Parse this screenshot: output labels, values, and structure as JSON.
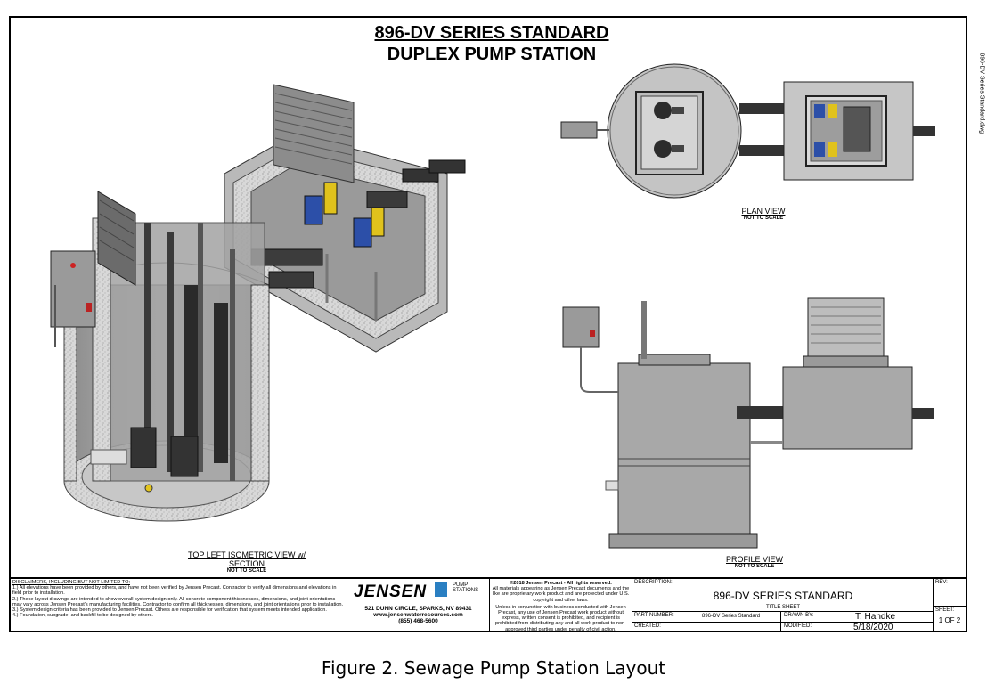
{
  "title": {
    "line1": "896-DV SERIES STANDARD",
    "line2": "DUPLEX PUMP STATION"
  },
  "side_text": "896-DV Series Standard.dwg",
  "views": {
    "isometric": {
      "label": "TOP LEFT ISOMETRIC VIEW w/ SECTION",
      "scale": "NOT TO SCALE"
    },
    "plan": {
      "label": "PLAN VIEW",
      "scale": "NOT TO SCALE"
    },
    "profile": {
      "label": "PROFILE VIEW",
      "scale": "NOT TO SCALE"
    }
  },
  "title_block": {
    "disclaimer_heading": "DISCLAIMERS, INCLUDING BUT NOT LIMITED TO:",
    "disclaimers": [
      "1.) All elevations have been provided by others, and have not been verified by Jensen Precast. Contractor to verify all dimensions and elevations in field prior to installation.",
      "2.) These layout drawings are intended to show overall system design only. All concrete component thicknesses, dimensions, and joint orientations may vary across Jensen Precast's manufacturing facilities. Contractor to confirm all thicknesses, dimensions, and joint orientations prior to installation.",
      "3.) System design criteria has been provided to Jensen Precast. Others are responsible for verification that system meets intended application.",
      "4.) Foundation, subgrade, and backfill to be designed by others."
    ],
    "logo_text": "JENSEN",
    "logo_sub": "PUMP STATIONS",
    "address": "521 DUNN CIRCLE, SPARKS, NV 89431",
    "website": "www.jensenwaterresources.com",
    "phone": "(855) 468-5600",
    "copyright_heading": "©2018 Jensen Precast - All rights reserved.",
    "copyright_text": "All materials appearing as Jensen Precast documents and the like are proprietary work product and are protected under U.S. copyright and other laws.",
    "usage_text": "Unless in conjunction with business conducted with Jensen Precast, any use of Jensen Precast work product without express, written consent is prohibited, and recipient is prohibited from distributing any and all work product to non-approved third parties under penalty of civil action.",
    "description_label": "DESCRIPTION:",
    "description": "896-DV SERIES STANDARD",
    "subtitle": "TITLE SHEET",
    "part_number_label": "PART NUMBER:",
    "part_number": "896-DV Series Standard",
    "drawn_by_label": "DRAWN BY:",
    "drawn_by": "T. Handke",
    "created_label": "CREATED:",
    "created": "",
    "modified_label": "MODIFIED:",
    "modified": "5/18/2020",
    "rev_label": "REV:",
    "sheet_label": "SHEET:",
    "sheet": "1 OF 2"
  },
  "caption": "Figure 2. Sewage Pump Station Layout"
}
